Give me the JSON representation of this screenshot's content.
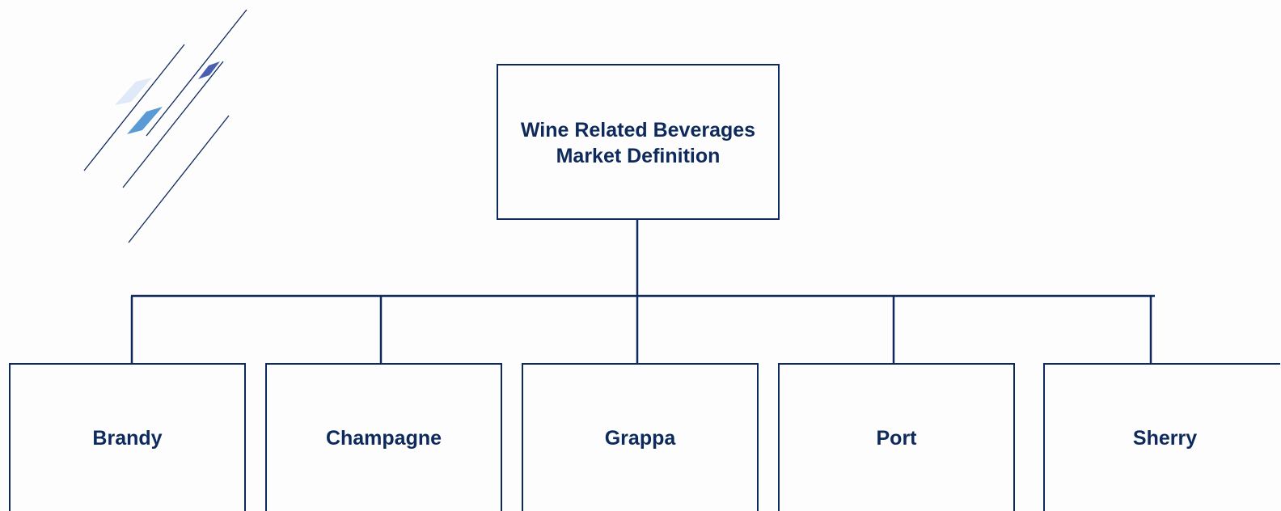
{
  "diagram": {
    "root": {
      "line1": "Wine Related Beverages",
      "line2": "Market Definition"
    },
    "children": [
      {
        "label": "Brandy"
      },
      {
        "label": "Champagne"
      },
      {
        "label": "Grappa"
      },
      {
        "label": "Port"
      },
      {
        "label": "Sherry"
      }
    ]
  },
  "colors": {
    "line": "#0e2a5c",
    "text": "#0e2a5c",
    "background": "#fdfdfd",
    "logo_light": "#dfe9f7",
    "logo_mid": "#5b9bd5",
    "logo_dark": "#4a5fb0"
  },
  "logo": {
    "icon": "decorative-diagonal-lines-logo"
  }
}
